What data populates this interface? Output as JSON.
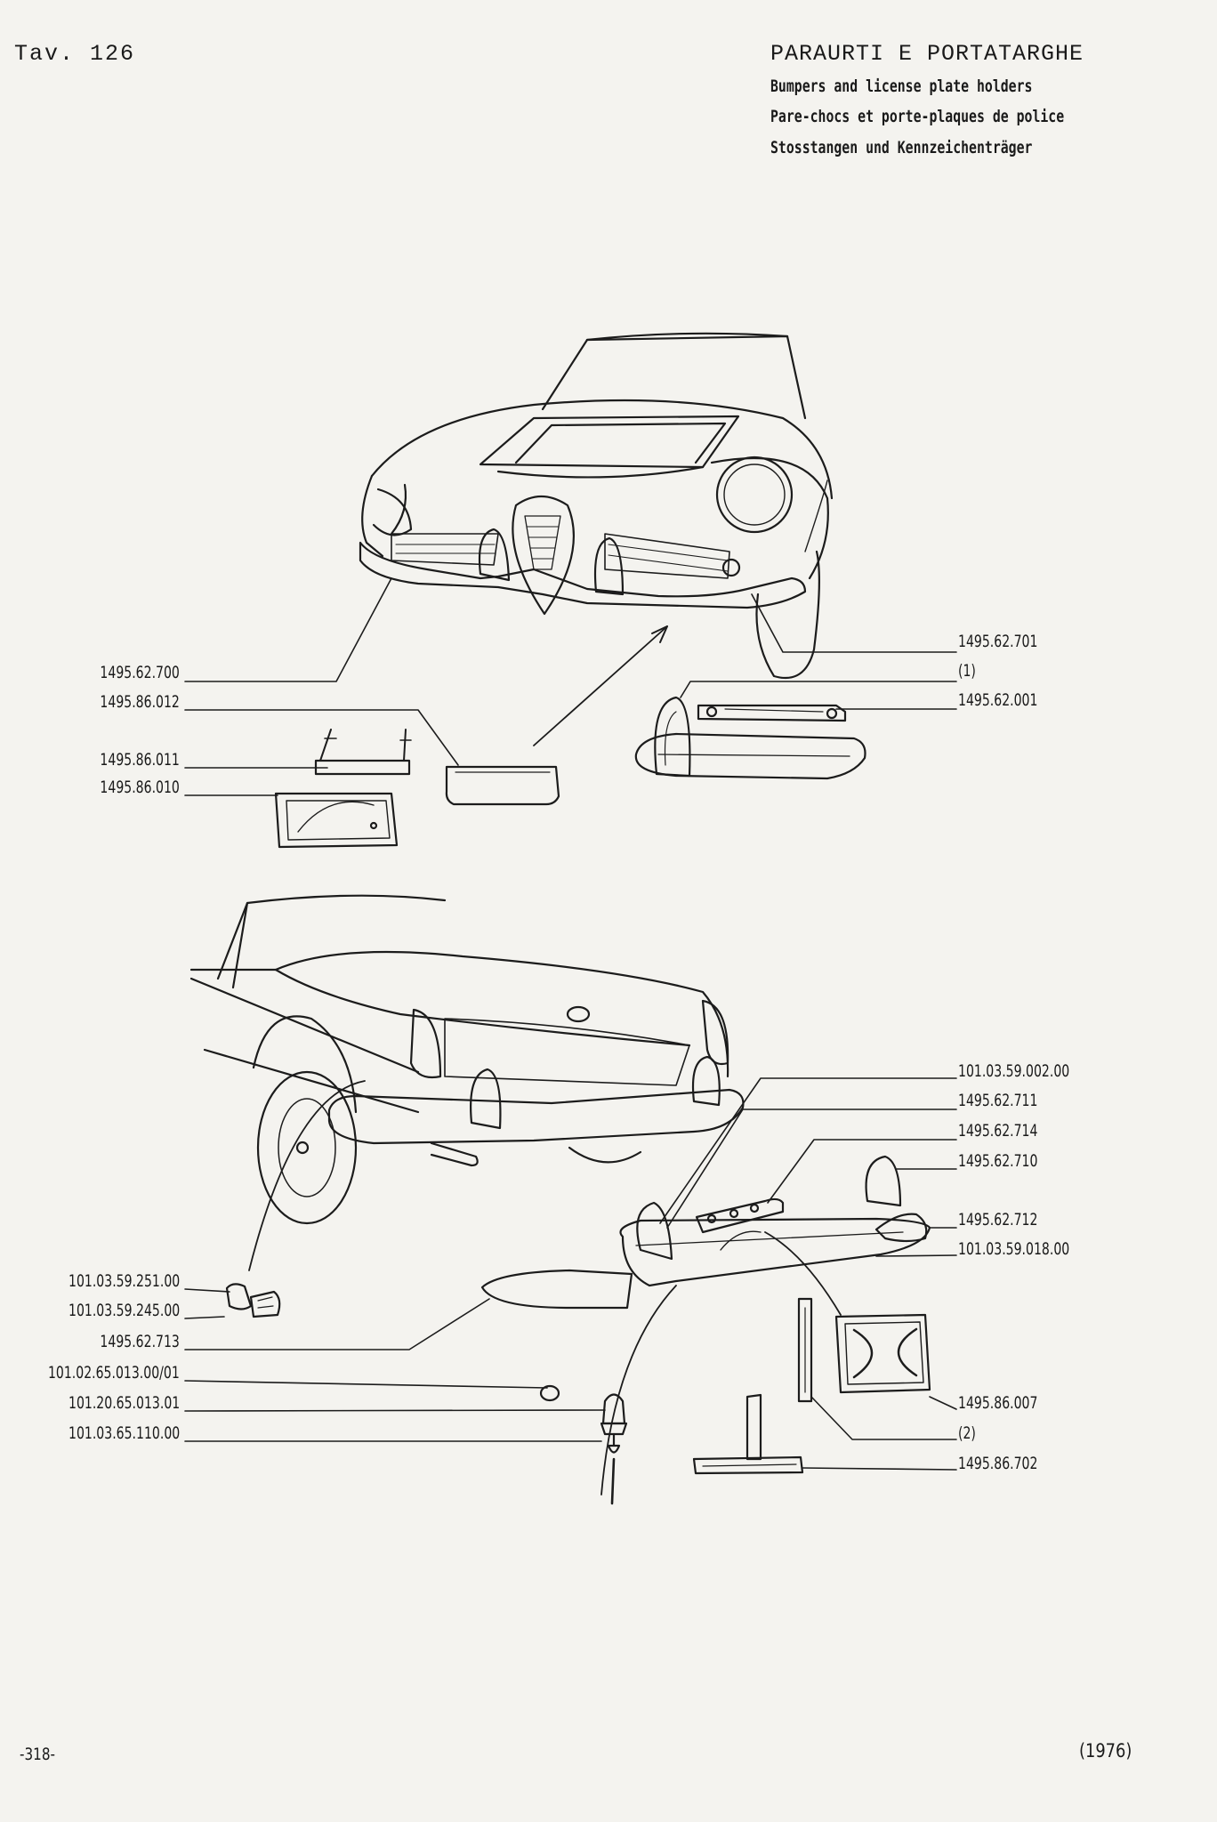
{
  "header": {
    "plate_number": "Tav. 126",
    "title_it": "PARAURTI E PORTATARGHE",
    "title_en": "Bumpers and license plate holders",
    "title_fr": "Pare-chocs et porte-plaques de police",
    "title_de": "Stosstangen und Kennzeichenträger"
  },
  "front_parts": {
    "p1495_62_700": "1495.62.700",
    "p1495_86_012": "1495.86.012",
    "p1495_86_011": "1495.86.011",
    "p1495_86_010": "1495.86.010",
    "p1495_62_701": "1495.62.701",
    "note_1": "(1)",
    "p1495_62_001": "1495.62.001"
  },
  "rear_parts": {
    "p101_03_59_002_00": "101.03.59.002.00",
    "p1495_62_711": "1495.62.711",
    "p1495_62_714": "1495.62.714",
    "p1495_62_710": "1495.62.710",
    "p1495_62_712": "1495.62.712",
    "p101_03_59_018_00": "101.03.59.018.00",
    "p101_03_59_251_00": "101.03.59.251.00",
    "p101_03_59_245_00": "101.03.59.245.00",
    "p1495_62_713": "1495.62.713",
    "p101_02_65_013_00_01": "101.02.65.013.00/01",
    "p101_20_65_013_01": "101.20.65.013.01",
    "p101_03_65_110_00": "101.03.65.110.00",
    "p1495_86_007": "1495.86.007",
    "note_2": "(2)",
    "p1495_86_702": "1495.86.702"
  },
  "footer": {
    "page_number": "-318-",
    "year": "(1976)"
  }
}
